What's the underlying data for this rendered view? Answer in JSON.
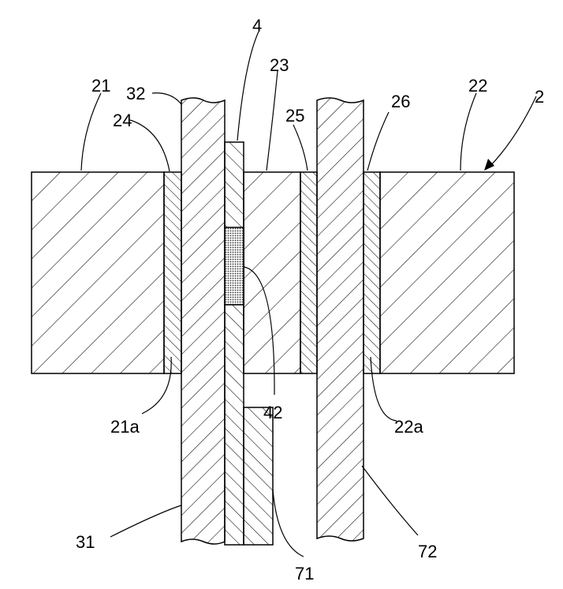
{
  "figure": {
    "stroke_color": "#000000",
    "background_color": "#ffffff",
    "labels": {
      "l2": "2",
      "l4": "4",
      "l21": "21",
      "l21a": "21a",
      "l22": "22",
      "l22a": "22a",
      "l23": "23",
      "l24": "24",
      "l25": "25",
      "l26": "26",
      "l31": "31",
      "l32": "32",
      "l42": "42",
      "l71": "71",
      "l72": "72"
    }
  }
}
